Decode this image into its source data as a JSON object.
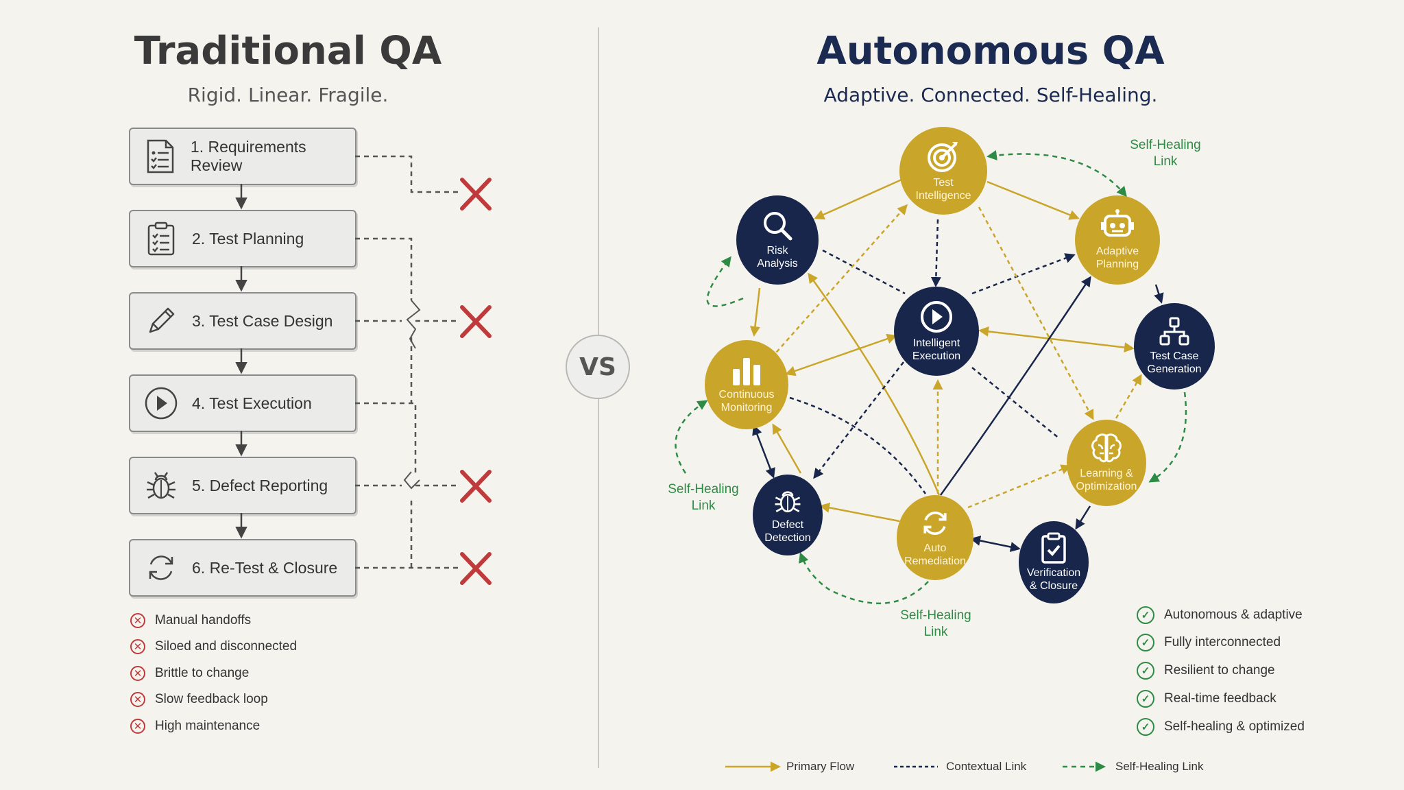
{
  "left": {
    "title": "Traditional QA",
    "subtitle": "Rigid. Linear. Fragile.",
    "steps": [
      {
        "label": "1. Requirements Review",
        "icon": "document-checklist-icon"
      },
      {
        "label": "2. Test Planning",
        "icon": "clipboard-icon"
      },
      {
        "label": "3. Test Case Design",
        "icon": "pencil-icon"
      },
      {
        "label": "4. Test Execution",
        "icon": "play-icon"
      },
      {
        "label": "5. Defect Reporting",
        "icon": "bug-icon"
      },
      {
        "label": "6. Re-Test & Closure",
        "icon": "refresh-icon"
      }
    ],
    "cons": [
      "Manual handoffs",
      "Siloed and disconnected",
      "Brittle to change",
      "Slow feedback loop",
      "High maintenance"
    ]
  },
  "vs": "VS",
  "right": {
    "title": "Autonomous QA",
    "subtitle": "Adaptive. Connected. Self-Healing.",
    "nodes": {
      "test_intelligence": "Test Intelligence",
      "risk_analysis": "Risk Analysis",
      "adaptive_planning": "Adaptive Planning",
      "intelligent_execution": "Intelligent Execution",
      "test_case_generation": "Test Case Generation",
      "continuous_monitoring": "Continuous Monitoring",
      "learning_optimization": "Learning & Optimization",
      "defect_detection": "Defect Detection",
      "auto_remediation": "Auto Remediation",
      "verification_closure": "Verification & Closure"
    },
    "self_healing_link_label": "Self-Healing Link",
    "pros": [
      "Autonomous & adaptive",
      "Fully interconnected",
      "Resilient to change",
      "Real-time feedback",
      "Self-healing & optimized"
    ]
  },
  "legend": {
    "primary": "Primary Flow",
    "contextual": "Contextual Link",
    "self_healing": "Self-Healing Link"
  },
  "colors": {
    "gold": "#c9a52a",
    "navy": "#17264a",
    "green": "#2e8b45",
    "red": "#c0393b",
    "title_left": "#3a3a3a",
    "title_right": "#1b2a50"
  }
}
